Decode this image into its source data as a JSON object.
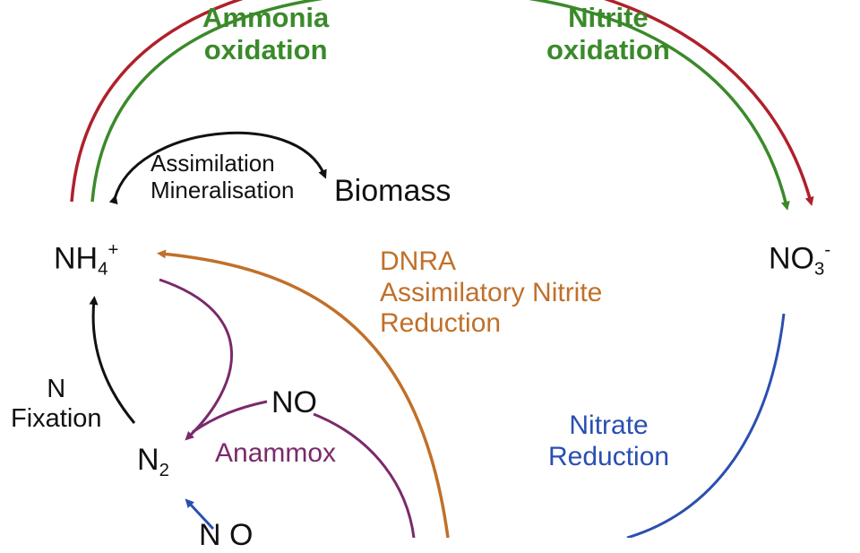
{
  "colors": {
    "nitrification_red": "#b0202a",
    "oxidation_green": "#3a8a2a",
    "dnra_orange": "#c0702a",
    "reduction_blue": "#2a4fb0",
    "anammox_purple": "#7a2a6a",
    "black": "#111111"
  },
  "processes": {
    "ammonia_oxidation": [
      "Ammonia",
      "oxidation"
    ],
    "nitrite_oxidation": [
      "Nitrite",
      "oxidation"
    ],
    "assimilation": "Assimilation",
    "mineralisation": "Mineralisation",
    "dnra": [
      "DNRA",
      "Assimilatory Nitrite",
      "Reduction"
    ],
    "nitrate_reduction": [
      "Nitrate",
      "Reduction"
    ],
    "anammox": "Anammox",
    "n_fixation": [
      "N",
      "Fixation"
    ]
  },
  "species": {
    "biomass": "Biomass",
    "nh4": {
      "base": "NH",
      "sub": "4",
      "sup": "+"
    },
    "no3": {
      "base": "NO",
      "sub": "3",
      "sup": "-"
    },
    "n2": {
      "base": "N",
      "sub": "2"
    },
    "no": "NO",
    "n2o_partial": "N O"
  }
}
